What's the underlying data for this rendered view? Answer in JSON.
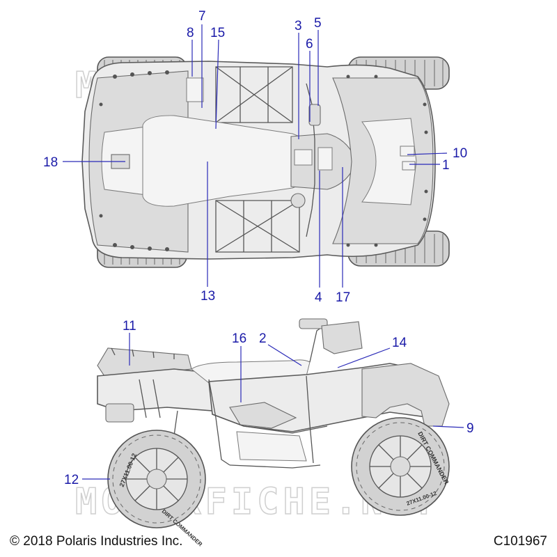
{
  "footer": {
    "copyright": "© 2018 Polaris Industries Inc.",
    "diagram_id": "C101967"
  },
  "tire_markings": {
    "size": "27X11.00-12",
    "brand": "DIRT COMMANDER"
  },
  "callouts": {
    "c1": "1",
    "c2": "2",
    "c3": "3",
    "c4": "4",
    "c5": "5",
    "c6": "6",
    "c7": "7",
    "c8": "8",
    "c9": "9",
    "c10": "10",
    "c11": "11",
    "c12": "12",
    "c13": "13",
    "c14": "14",
    "c15": "15",
    "c16": "16",
    "c17": "17",
    "c18": "18"
  }
}
